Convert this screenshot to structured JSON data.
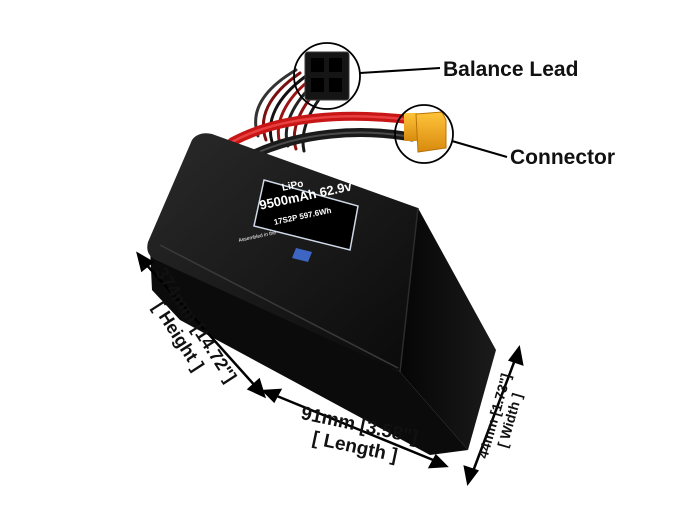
{
  "callouts": {
    "balance_lead": "Balance Lead",
    "connector": "Connector"
  },
  "battery_label": {
    "type": "LiPo",
    "capacity_voltage": "9500mAh 62.9v",
    "config_energy": "17S2P 597.6Wh",
    "assembled": "Assembled in the"
  },
  "dimensions": {
    "height_value": "374mm [14.72\"]",
    "height_label": "[ Height ]",
    "length_value": "91mm [3.58\"]",
    "length_label": "[ Length ]",
    "width_value": "44mm [1.73\"]",
    "width_label": "[ Width ]"
  },
  "colors": {
    "battery_body": "#0d0d0d",
    "red_lead": "#d01818",
    "connector": "#f2a81c",
    "label_border": "#cfd8e6"
  }
}
